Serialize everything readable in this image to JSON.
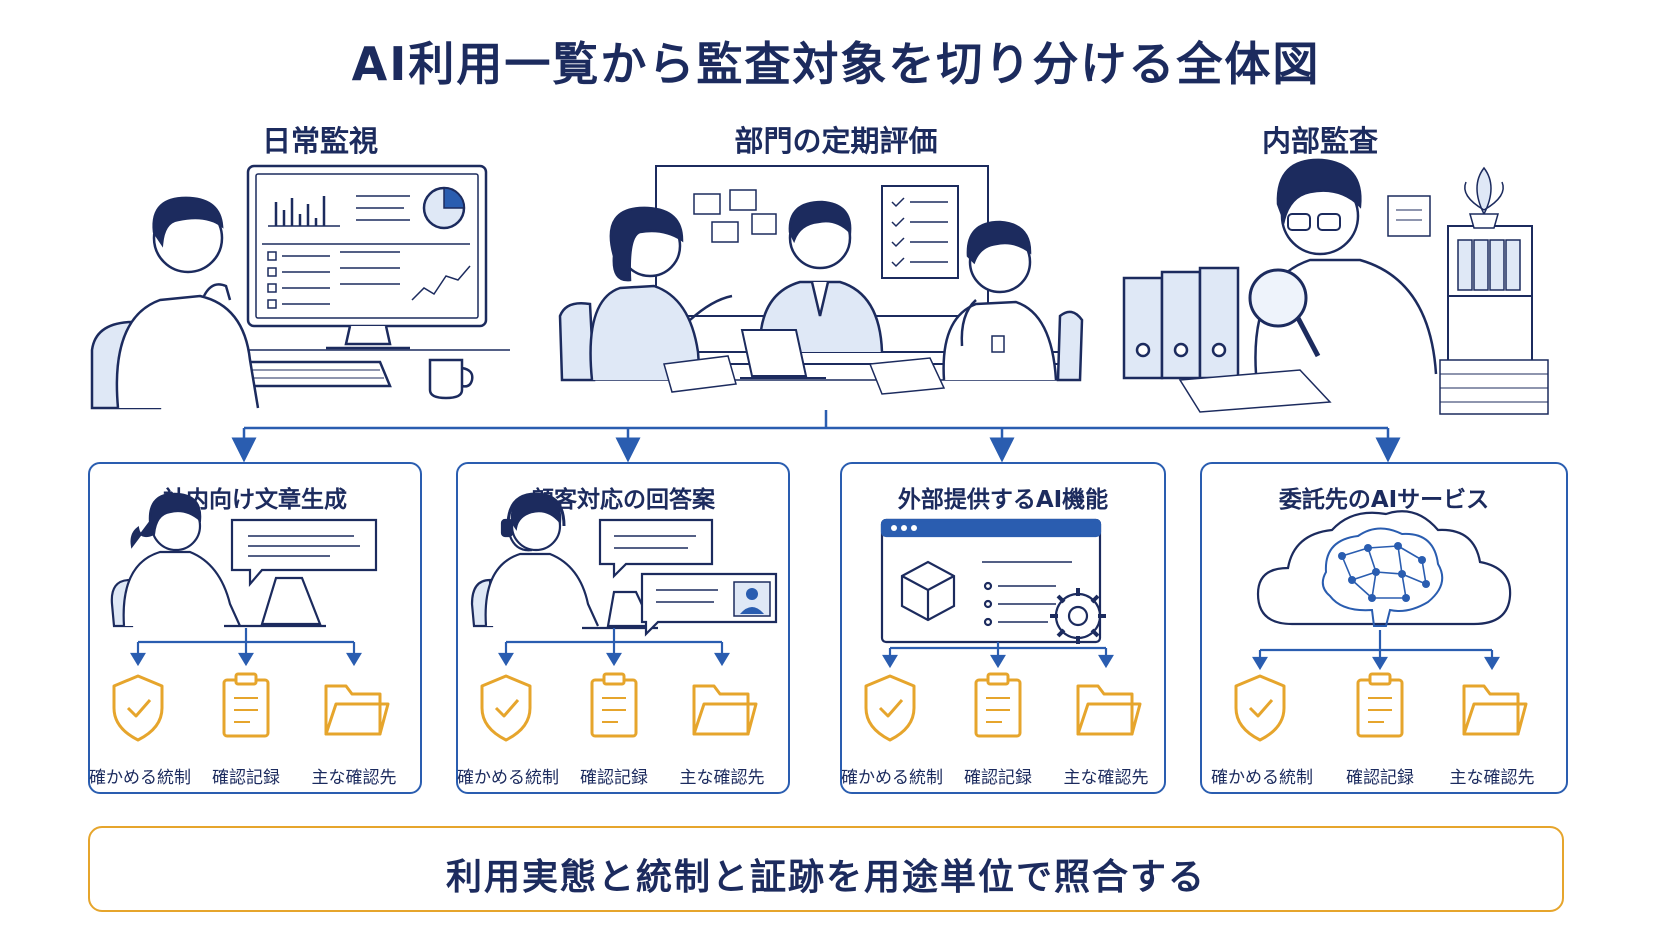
{
  "title": "AI利用一覧から監査対象を切り分ける全体図",
  "scenes": [
    {
      "label": "日常監視"
    },
    {
      "label": "部門の定期評価"
    },
    {
      "label": "内部監査"
    }
  ],
  "use_cases": [
    {
      "title": "社内向け文章生成",
      "controls": [
        "確かめる統制",
        "確認記録",
        "主な確認先"
      ]
    },
    {
      "title": "顧客対応の回答案",
      "controls": [
        "確かめる統制",
        "確認記録",
        "主な確認先"
      ]
    },
    {
      "title": "外部提供するAI機能",
      "controls": [
        "確かめる統制",
        "確認記録",
        "主な確認先"
      ]
    },
    {
      "title": "委託先のAIサービス",
      "controls": [
        "確かめる統制",
        "確認記録",
        "主な確認先"
      ]
    }
  ],
  "icons": {
    "control": "shield-check-icon",
    "record": "clipboard-icon",
    "contact": "folder-icon"
  },
  "colors": {
    "navy": "#1c2b5e",
    "blue": "#2a5db0",
    "orange": "#e6a52c"
  },
  "summary": "利用実態と統制と証跡を用途単位で照合する"
}
